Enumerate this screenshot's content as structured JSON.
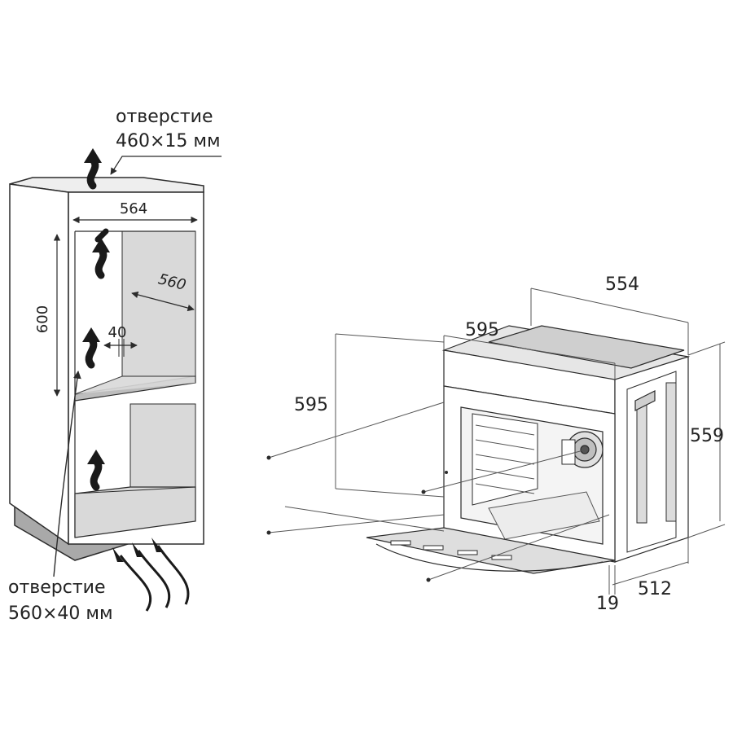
{
  "cabinet": {
    "top_opening_label": "отверстие",
    "top_opening_size": "460×15 мм",
    "bottom_opening_label": "отверстие",
    "bottom_opening_size": "560×40 мм",
    "dim_width": "564",
    "dim_depth": "560",
    "dim_height": "600",
    "dim_gap": "40"
  },
  "oven": {
    "dim_top_depth": "554",
    "dim_front_width": "595",
    "dim_front_height": "595",
    "dim_body_height": "559",
    "dim_body_depth": "512",
    "dim_front_thickness": "19"
  },
  "colors": {
    "line": "#2b2b2b",
    "shade_light": "#d9d9d9",
    "shade_dark": "#a9a9a9",
    "arrow": "#1a1a1a"
  }
}
